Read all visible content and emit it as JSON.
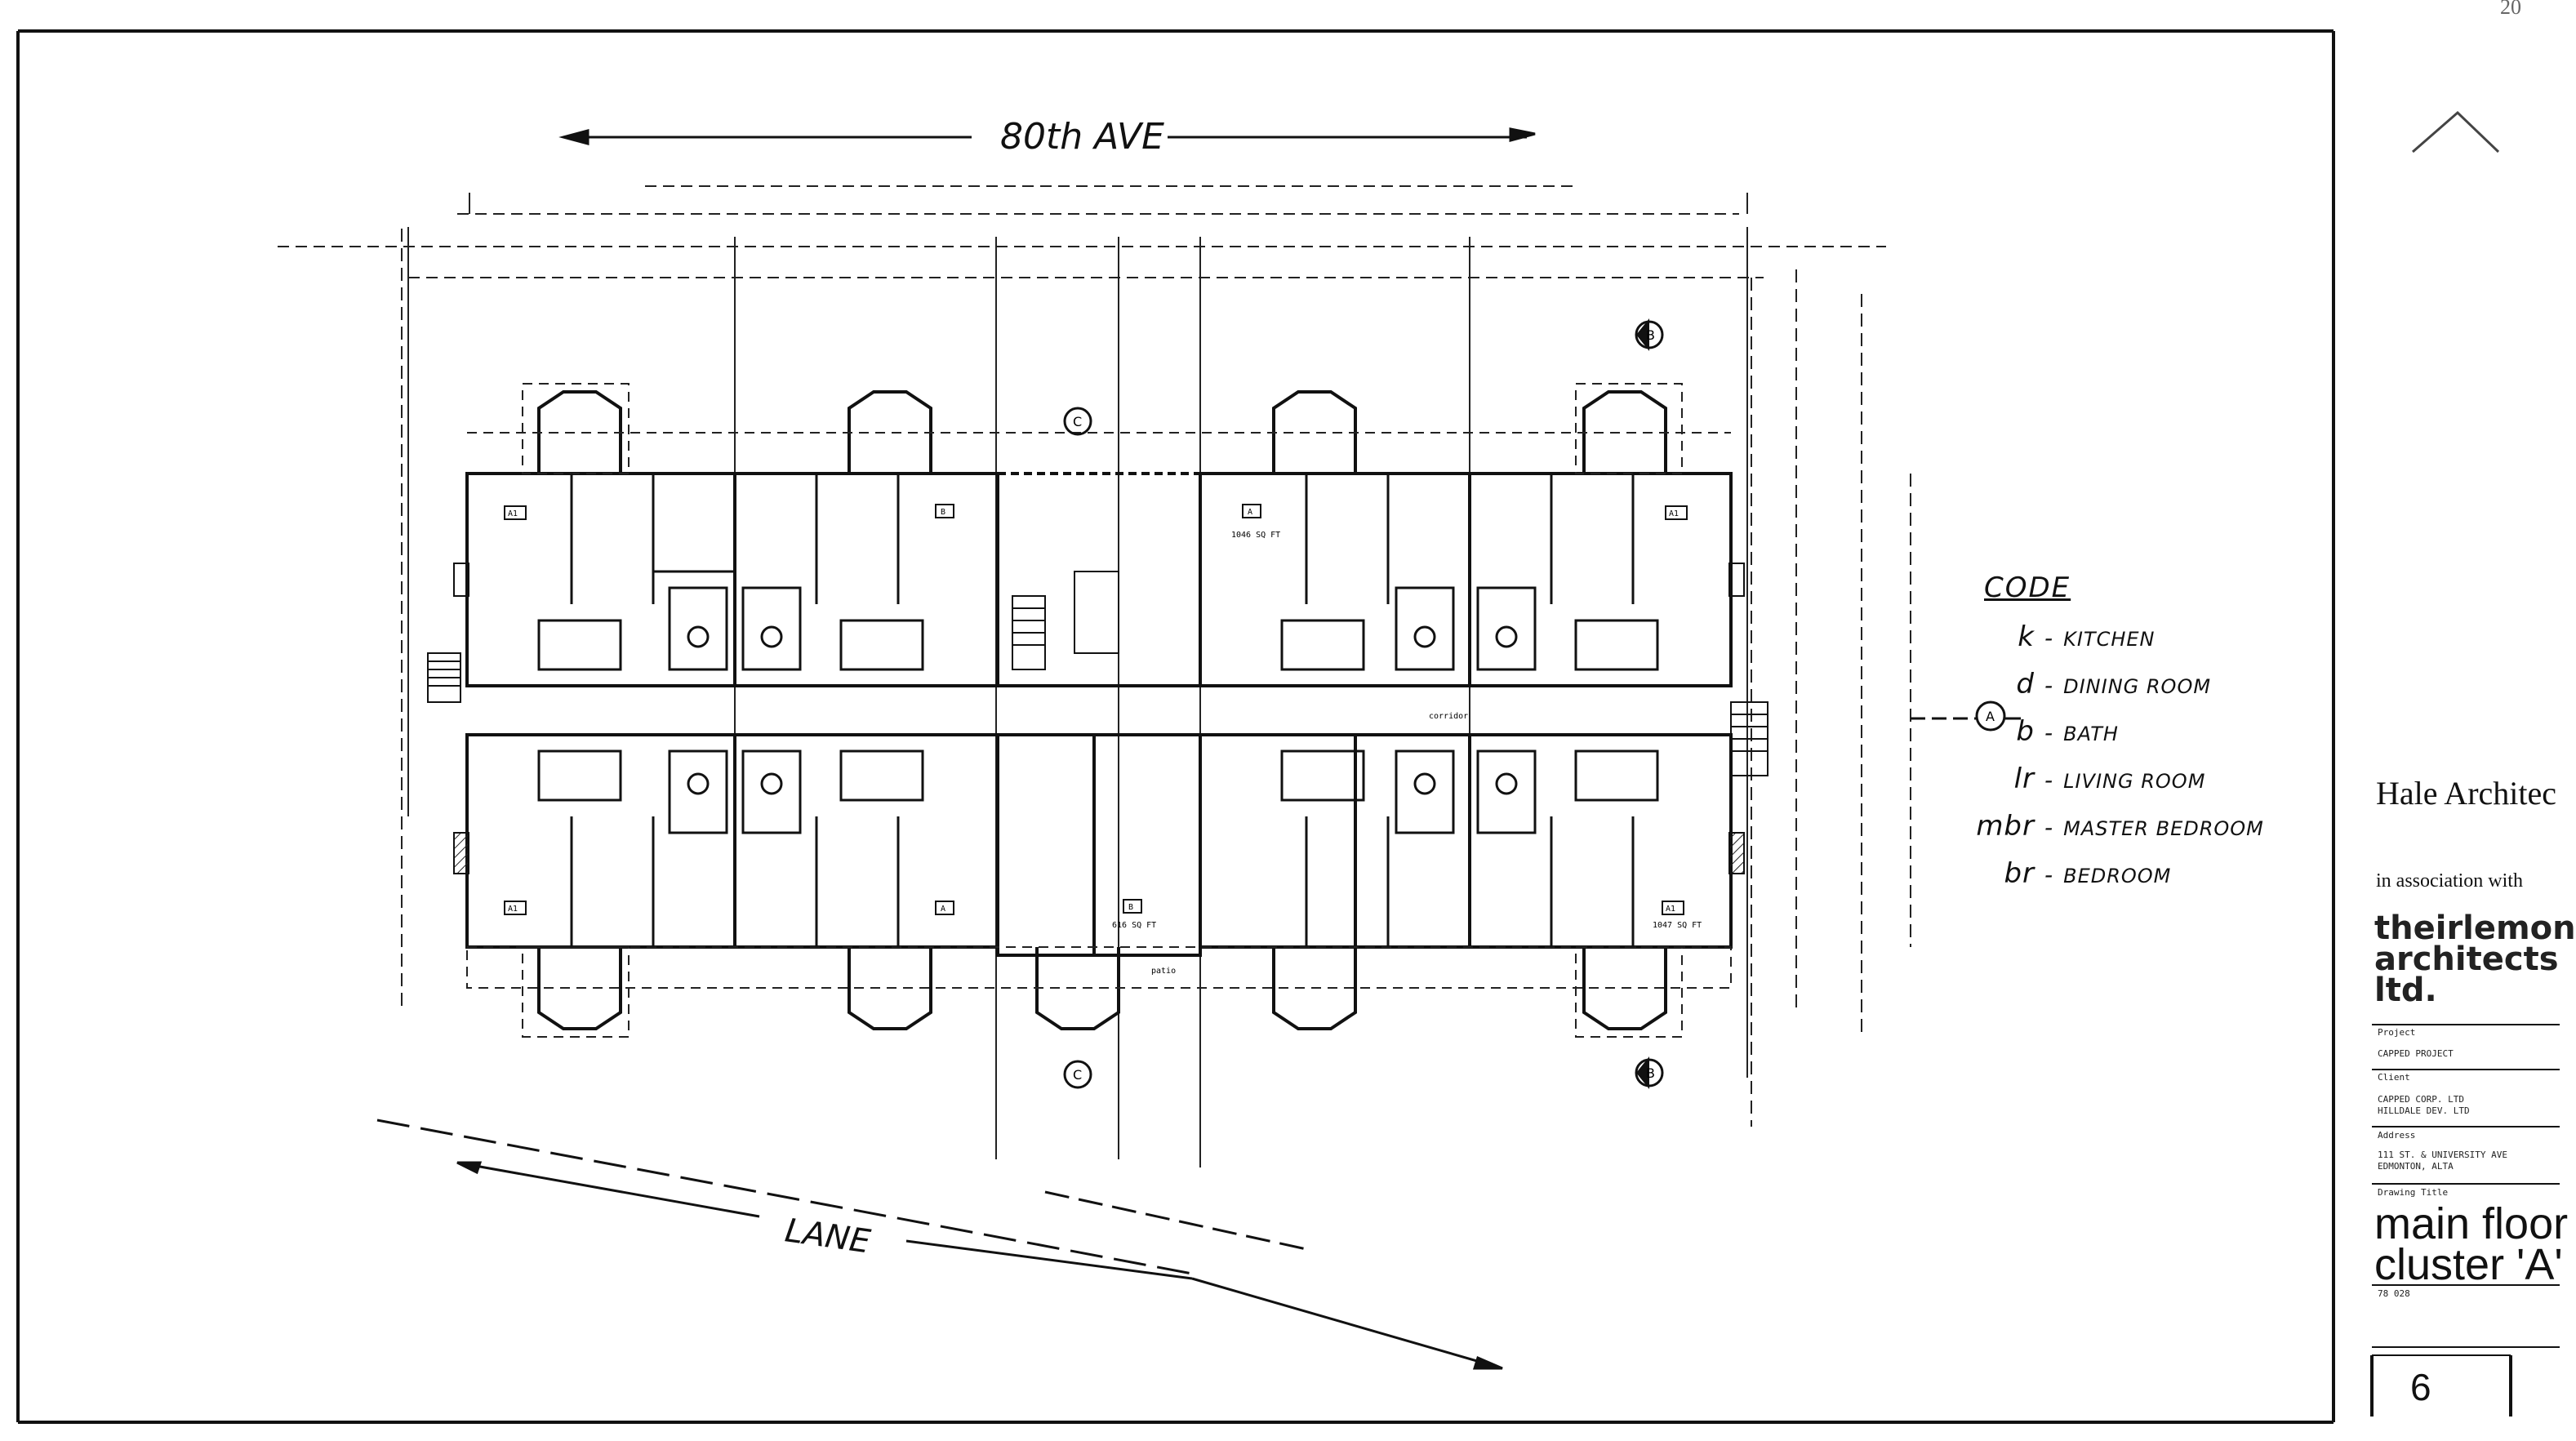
{
  "plan": {
    "street_top": "80th AVE",
    "street_bottom": "LANE",
    "units": [
      {
        "label": "A1"
      },
      {
        "label": "B"
      },
      {
        "label": "A",
        "area": "1046 SQ FT"
      },
      {
        "label": "A1"
      },
      {
        "label": "A1"
      },
      {
        "label": "A"
      },
      {
        "label": "B",
        "area": "616 SQ FT"
      },
      {
        "label": "A1",
        "area": "1047 SQ FT"
      }
    ],
    "corridor_label": "corridor",
    "patio_label": "patio",
    "section_markers": [
      "B",
      "A",
      "B",
      "C",
      "C"
    ]
  },
  "legend": {
    "title": "CODE",
    "items": [
      {
        "key": "k",
        "desc": "KITCHEN"
      },
      {
        "key": "d",
        "desc": "DINING ROOM"
      },
      {
        "key": "b",
        "desc": "BATH"
      },
      {
        "key": "lr",
        "desc": "LIVING ROOM"
      },
      {
        "key": "mbr",
        "desc": "MASTER BEDROOM"
      },
      {
        "key": "br",
        "desc": "BEDROOM"
      }
    ]
  },
  "title_block": {
    "firm": "Hale Architec",
    "association": "in association with",
    "logo": "theirlemon\narchitects\nltd.",
    "project_label": "Project",
    "project": "CAPPED PROJECT",
    "client_label": "Client",
    "client_1": "CAPPED CORP. LTD",
    "client_2": "HILLDALE DEV. LTD",
    "address_label": "Address",
    "address_1": "111 ST. & UNIVERSITY AVE",
    "address_2": "EDMONTON, ALTA",
    "drawing_title_label": "Drawing Title",
    "drawing_title": "main floor\ncluster 'A'",
    "job_no": "78 028",
    "sheet_number": "6"
  },
  "page_corner": "20"
}
